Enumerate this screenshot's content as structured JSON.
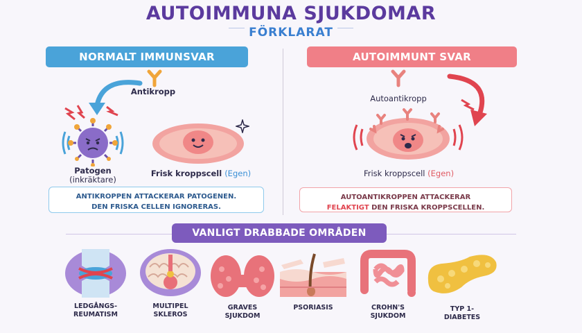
{
  "title": "AUTOIMMUNA SJUKDOMAR",
  "subtitle": "FÖRKLARAT",
  "normal": {
    "header": "NORMALT IMMUNSVAR",
    "antibody_label": "Antikropp",
    "pathogen_label_1": "Patogen",
    "pathogen_label_2": "(inkräktare)",
    "cell_label": "Frisk kroppscell",
    "cell_tag": "(Egen)",
    "explanation_1": "ANTIKROPPEN ATTACKERAR PATOGENEN.",
    "explanation_2": "DEN FRISKA CELLEN IGNORERAS."
  },
  "auto": {
    "header": "AUTOIMMUNT SVAR",
    "antibody_label": "Autoantikropp",
    "cell_label": "Frisk kroppscell",
    "cell_tag": "(Egen)",
    "explanation_1": "AUTOANTIKROPPEN ATTACKERAR",
    "explanation_2_red": "FELAKTIGT",
    "explanation_2_rest": " DEN FRISKA KROPPSCELLEN."
  },
  "common": {
    "header": "VANLIGT DRABBADE OMRÅDEN",
    "items": [
      {
        "line1": "LEDGÅNGS-",
        "line2": "REUMATISM",
        "icon": "joint-icon"
      },
      {
        "line1": "MULTIPEL",
        "line2": "SKLEROS",
        "icon": "brain-icon"
      },
      {
        "line1": "GRAVES",
        "line2": "SJUKDOM",
        "icon": "thyroid-icon"
      },
      {
        "line1": "PSORIASIS",
        "line2": "",
        "icon": "skin-icon"
      },
      {
        "line1": "CROHN'S",
        "line2": "SJUKDOM",
        "icon": "intestine-icon"
      },
      {
        "line1": "TYP 1-",
        "line2": "DIABETES",
        "icon": "pancreas-icon"
      }
    ]
  },
  "colors": {
    "title": "#5b3a9e",
    "subtitle": "#3a7fd0",
    "normal_accent": "#4aa3d9",
    "auto_accent": "#f07f87",
    "banner": "#7d5bbd"
  }
}
